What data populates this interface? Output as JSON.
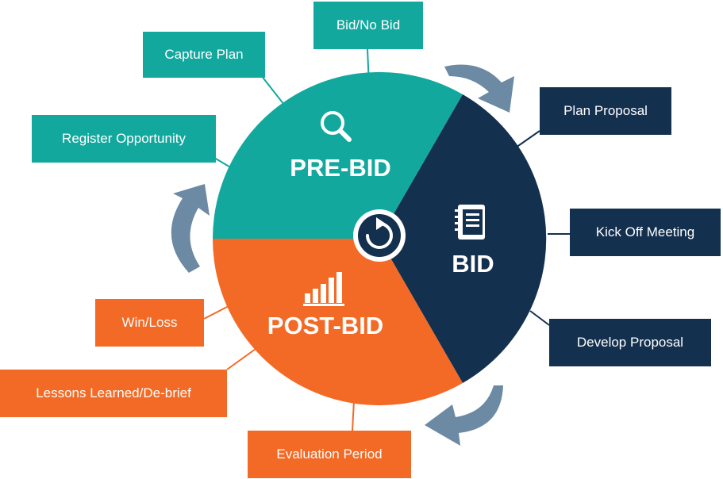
{
  "colors": {
    "pre_bid": "#13a89e",
    "bid": "#14304f",
    "post_bid": "#f26a25",
    "arrow": "#6c8aa3"
  },
  "center": {
    "icon": "refresh-cycle-icon"
  },
  "phases": {
    "pre_bid": {
      "label": "PRE-BID",
      "icon": "magnifying-glass-icon",
      "steps": [
        "Register Opportunity",
        "Capture Plan",
        "Bid/No Bid"
      ]
    },
    "bid": {
      "label": "BID",
      "icon": "notebook-icon",
      "steps": [
        "Plan Proposal",
        "Kick Off Meeting",
        "Develop Proposal"
      ]
    },
    "post_bid": {
      "label": "POST-BID",
      "icon": "bar-chart-icon",
      "steps": [
        "Evaluation Period",
        "Lessons Learned/De-brief",
        "Win/Loss"
      ]
    }
  }
}
